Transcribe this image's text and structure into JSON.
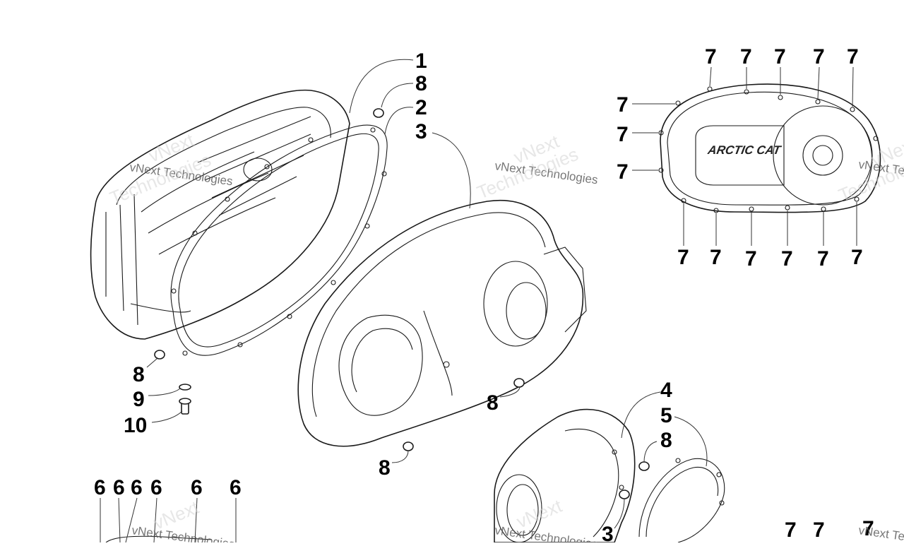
{
  "diagram": {
    "callouts": {
      "c1": "1",
      "c2": "2",
      "c3": "3",
      "c4": "4",
      "c5": "5",
      "c6": "6",
      "c7": "7",
      "c8": "8",
      "c9": "9",
      "c10": "10"
    },
    "logo_text": "ARCTIC CAT",
    "watermark": {
      "line1": "vNext Technologies",
      "line2": "vNext",
      "line3": "Technologies"
    }
  }
}
